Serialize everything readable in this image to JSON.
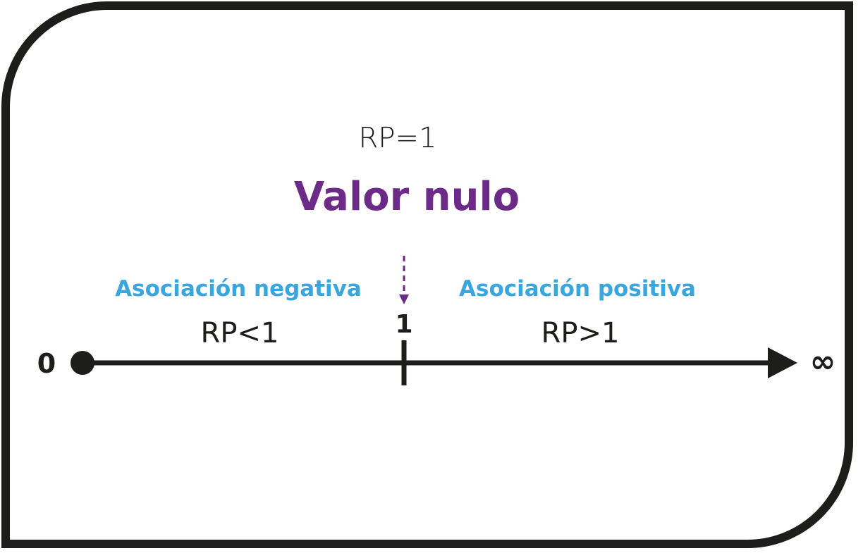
{
  "rp_null": "RP=1",
  "null_value": "Valor nulo",
  "negative": {
    "label": "Asociación negativa",
    "condition": "RP<1"
  },
  "positive": {
    "label": "Asociación positiva",
    "condition": "RP>1"
  },
  "axis": {
    "start": "0",
    "null_tick": "1",
    "end": "∞"
  },
  "colors": {
    "accent_purple": "#6c2b86",
    "accent_blue": "#3aa6dd",
    "ink": "#1d1d1b"
  }
}
